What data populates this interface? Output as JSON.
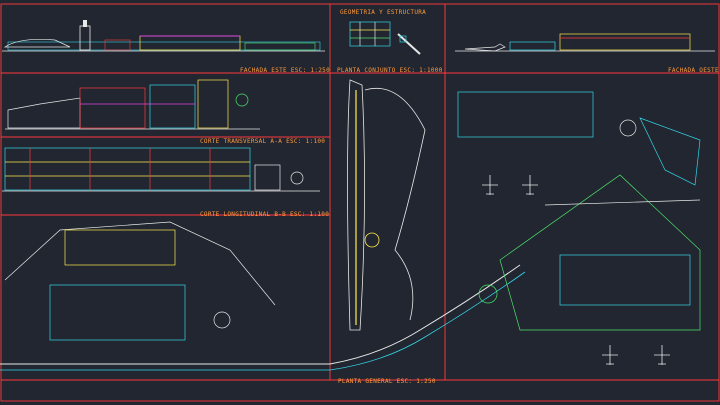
{
  "sheet": {
    "labels": {
      "geometria": "GEOMETRIA Y ESTRUCTURA",
      "fachada_este": "FACHADA ESTE ESC: 1:250",
      "planta_conjunto": "PLANTA CONJUNTO ESC: 1:1000",
      "fachada_oeste": "FACHADA OESTE",
      "corte_transversal": "CORTE TRANSVERSAL A-A ESC: 1:100",
      "corte_longitudinal": "CORTE LONGITUDINAL B-B ESC: 1:100",
      "planta_general": "PLANTA GENERAL ESC: 1:250"
    },
    "colors": {
      "background": "#212630",
      "frame": "#ff3b3b",
      "label": "#ff9a3c",
      "cyan": "#35d6e8",
      "yellow": "#ffe94a",
      "white": "#e8e8e8",
      "green": "#4ee36b",
      "magenta": "#e04ae0"
    }
  }
}
